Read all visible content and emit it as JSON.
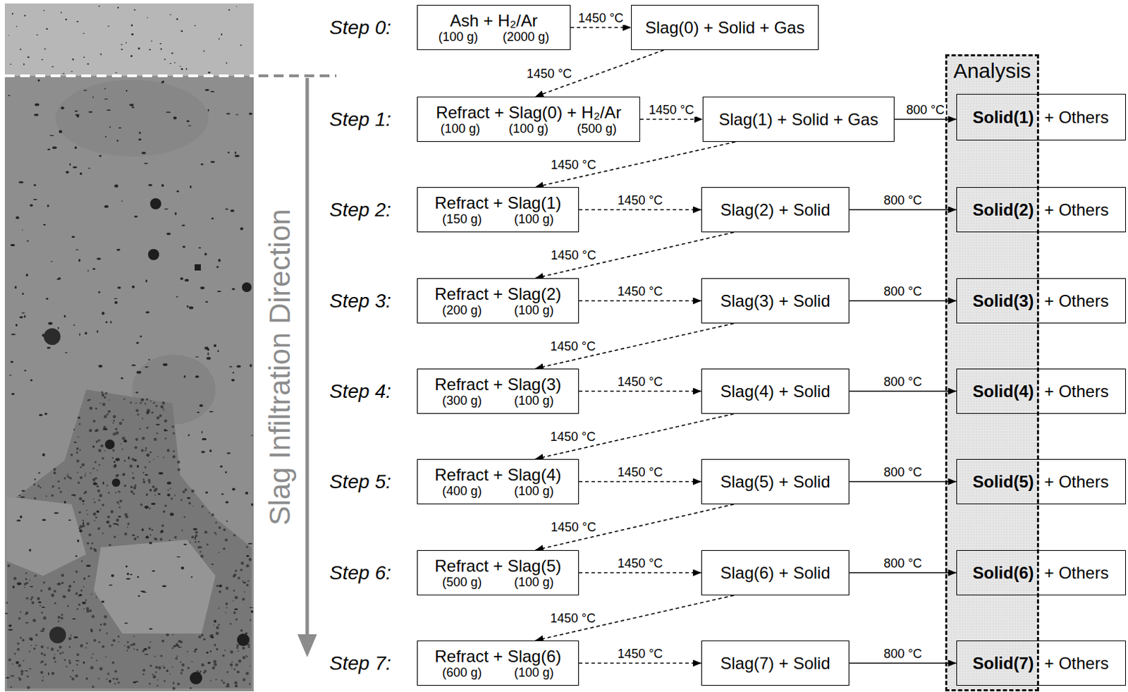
{
  "diagram": {
    "nodes": [
      {
        "text": [
          "Ash + H₂/Ar",
          "(100 g)",
          "(2000 g)"
        ]
      },
      {
        "text": [
          "Slag(0) + Solid + Gas"
        ]
      },
      {
        "text": [
          "Analysis"
        ]
      },
      {
        "text": [
          "Refract + Slag(0) + H₂/Ar",
          "(100 g)",
          "(100 g)",
          "(500 g)"
        ]
      },
      {
        "text": [
          "Slag(1) + Solid + Gas"
        ]
      },
      {
        "text": [
          "Solid(1)",
          "+ Others"
        ]
      },
      {
        "text": [
          "Refract + Slag(1)",
          "(150 g)",
          "(100 g)"
        ]
      },
      {
        "text": [
          "Slag(2) + Solid"
        ]
      },
      {
        "text": [
          "Solid(2)",
          "+ Others"
        ]
      },
      {
        "text": [
          "Refract + Slag(2)",
          "(200 g)",
          "(100 g)"
        ]
      },
      {
        "text": [
          "Slag(3) + Solid"
        ]
      },
      {
        "text": [
          "Solid(3)",
          "+ Others"
        ]
      },
      {
        "text": [
          "Refract + Slag(3)",
          "(300 g)",
          "(100 g)"
        ]
      },
      {
        "text": [
          "Slag(4) + Solid"
        ]
      },
      {
        "text": [
          "Solid(4)",
          "+ Others"
        ]
      },
      {
        "text": [
          "Refract + Slag(4)",
          "(400 g)",
          "(100 g)"
        ]
      },
      {
        "text": [
          "Slag(5) + Solid"
        ]
      },
      {
        "text": [
          "Solid(5)",
          "+ Others"
        ]
      },
      {
        "text": [
          "Refract + Slag(5)",
          "(500 g)",
          "(100 g)"
        ]
      },
      {
        "text": [
          "Slag(6) + Solid"
        ]
      },
      {
        "text": [
          "Solid(6)",
          "+ Others"
        ]
      },
      {
        "text": [
          "Refract + Slag(6)",
          "(600 g)",
          "(100 g)"
        ]
      },
      {
        "text": [
          "Slag(7) + Solid"
        ]
      },
      {
        "text": [
          "Solid(7)",
          "+ Others"
        ]
      }
    ],
    "edges": [
      {
        "from": 0,
        "to": 1,
        "label": "1450 °C",
        "arrow": "to"
      },
      {
        "from": 1,
        "to": 3,
        "label": "1450 °C",
        "arrow": "to"
      },
      {
        "from": 3,
        "to": 4,
        "label": "1450 °C",
        "arrow": "to"
      },
      {
        "from": 4,
        "to": 5,
        "label": "800 °C",
        "arrow": "to"
      },
      {
        "from": 4,
        "to": 6,
        "label": "1450 °C",
        "arrow": "to"
      },
      {
        "from": 6,
        "to": 7,
        "label": "1450 °C",
        "arrow": "to"
      },
      {
        "from": 7,
        "to": 8,
        "label": "800 °C",
        "arrow": "to"
      },
      {
        "from": 7,
        "to": 9,
        "label": "1450 °C",
        "arrow": "to"
      },
      {
        "from": 9,
        "to": 10,
        "label": "1450 °C",
        "arrow": "to"
      },
      {
        "from": 10,
        "to": 11,
        "label": "800 °C",
        "arrow": "to"
      },
      {
        "from": 10,
        "to": 12,
        "label": "1450 °C",
        "arrow": "to"
      },
      {
        "from": 12,
        "to": 13,
        "label": "1450 °C",
        "arrow": "to"
      },
      {
        "from": 13,
        "to": 14,
        "label": "800 °C",
        "arrow": "to"
      },
      {
        "from": 13,
        "to": 15,
        "label": "1450 °C",
        "arrow": "to"
      },
      {
        "from": 15,
        "to": 16,
        "label": "1450 °C",
        "arrow": "to"
      },
      {
        "from": 16,
        "to": 17,
        "label": "800 °C",
        "arrow": "to"
      },
      {
        "from": 16,
        "to": 18,
        "label": "1450 °C",
        "arrow": "to"
      },
      {
        "from": 18,
        "to": 19,
        "label": "1450 °C",
        "arrow": "to"
      },
      {
        "from": 19,
        "to": 20,
        "label": "800 °C",
        "arrow": "to"
      },
      {
        "from": 19,
        "to": 21,
        "label": "1450 °C",
        "arrow": "to"
      },
      {
        "from": 21,
        "to": 22,
        "label": "1450 °C",
        "arrow": "to"
      },
      {
        "from": 22,
        "to": 23,
        "label": "800 °C",
        "arrow": "to"
      }
    ],
    "labels": [
      "Slag Infiltration Direction",
      "Step 0:",
      "Step 1:",
      "Step 2:",
      "Step 3:",
      "Step 4:",
      "Step 5:",
      "Step 6:",
      "Step 7:"
    ]
  }
}
